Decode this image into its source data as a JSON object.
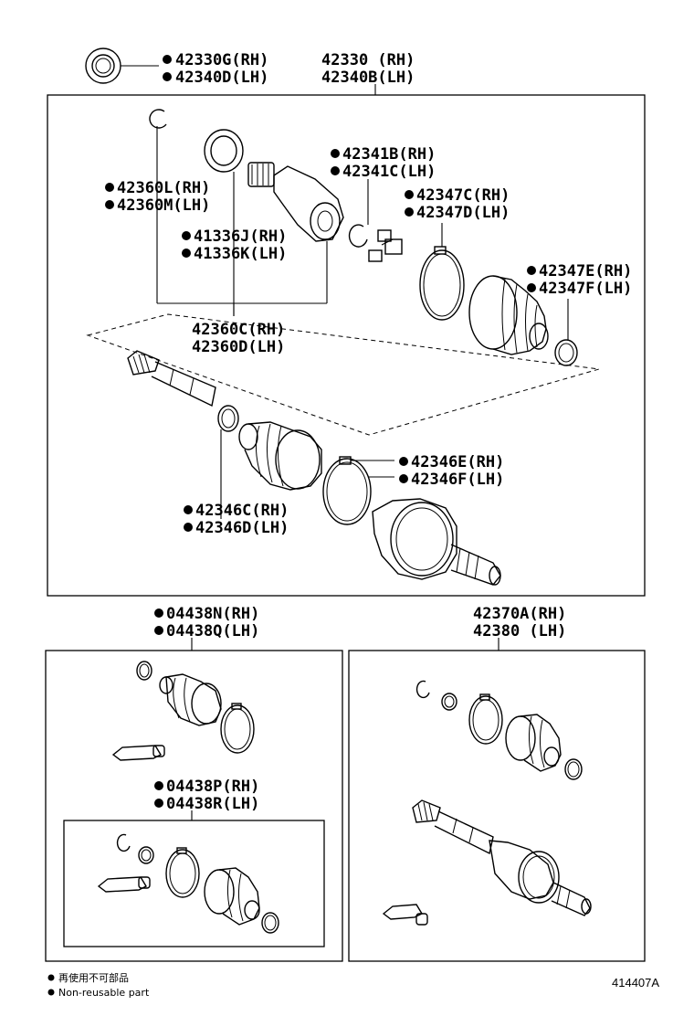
{
  "labels": {
    "seal_rh": "42330G(RH)",
    "seal_lh": "42340D(LH)",
    "assy_rh": "42330 (RH)",
    "assy_lh": "42340B(LH)",
    "snap_rh": "42360L(RH)",
    "snap_lh": "42360M(LH)",
    "tripod_ring_rh": "42341B(RH)",
    "tripod_ring_lh": "42341C(LH)",
    "boot_clamp_big_rh": "42347C(RH)",
    "boot_clamp_big_lh": "42347D(LH)",
    "dust_seal_rh": "41336J(RH)",
    "dust_seal_lh": "41336K(LH)",
    "boot_clamp_small_rh": "42347E(RH)",
    "boot_clamp_small_lh": "42347F(LH)",
    "inner_joint_rh": "42360C(RH)",
    "inner_joint_lh": "42360D(LH)",
    "outer_clamp_big_rh": "42346E(RH)",
    "outer_clamp_big_lh": "42346F(LH)",
    "outer_clamp_small_rh": "42346C(RH)",
    "outer_clamp_small_lh": "42346D(LH)",
    "boot_kit_outer_rh": "04438N(RH)",
    "boot_kit_outer_lh": "04438Q(LH)",
    "boot_kit_inner_rh": "04438P(RH)",
    "boot_kit_inner_lh": "04438R(LH)",
    "shaft_assy_rh": "42370A(RH)",
    "shaft_assy_lh": "42380 (LH)"
  },
  "legend": {
    "cn": "再使用不可部品",
    "en": "Non-reusable part"
  },
  "diagram_code": "414407A"
}
